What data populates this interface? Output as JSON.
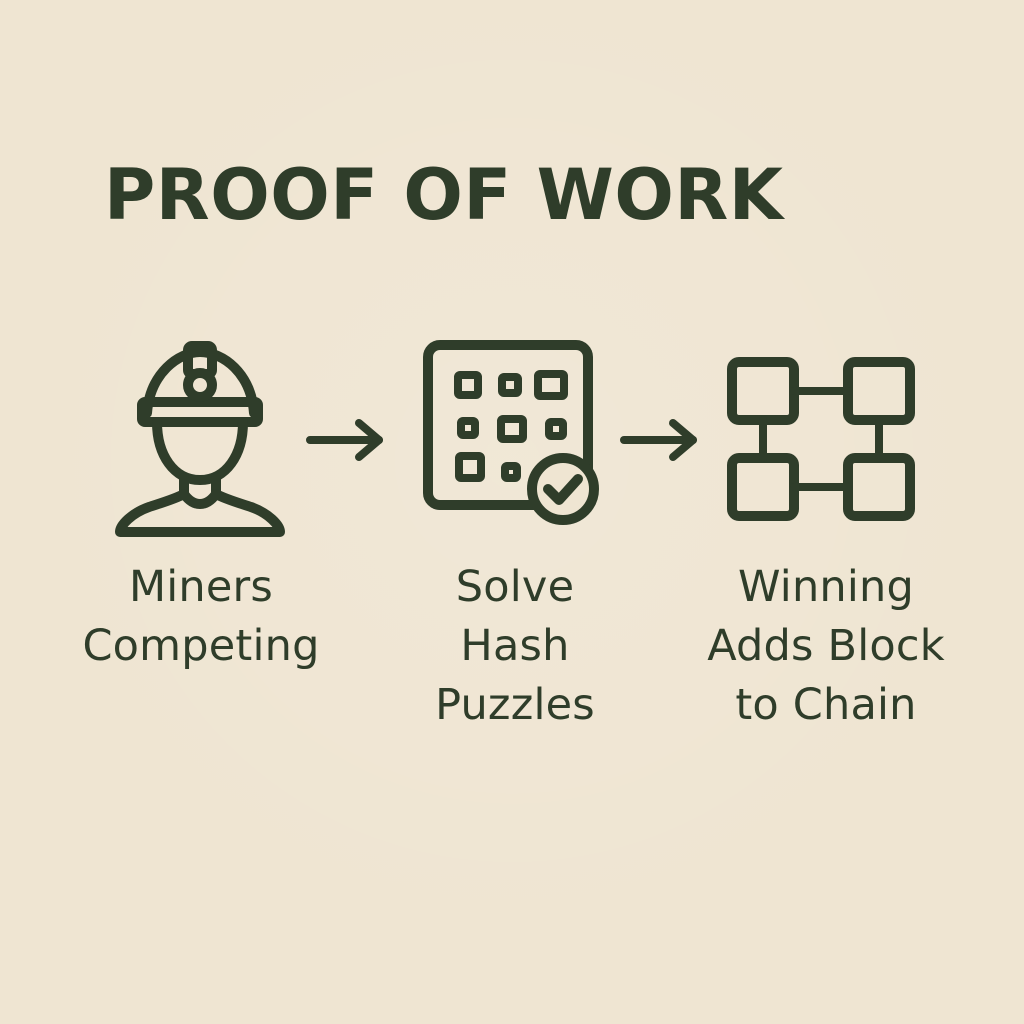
{
  "title": "PROOF OF WORK",
  "steps": [
    {
      "icon": "miner-helmet-icon",
      "label_lines": [
        "Miners",
        "Competing"
      ]
    },
    {
      "icon": "hash-puzzle-check-icon",
      "label_lines": [
        "Solve",
        "Hash",
        "Puzzles"
      ]
    },
    {
      "icon": "blockchain-icon",
      "label_lines": [
        "Winning",
        "Adds Block",
        "to Chain"
      ]
    }
  ],
  "connectors": [
    {
      "icon": "right-arrow-icon"
    },
    {
      "icon": "right-arrow-icon"
    }
  ],
  "colors": {
    "background": "#efe5d2",
    "foreground": "#2f3d2a"
  }
}
